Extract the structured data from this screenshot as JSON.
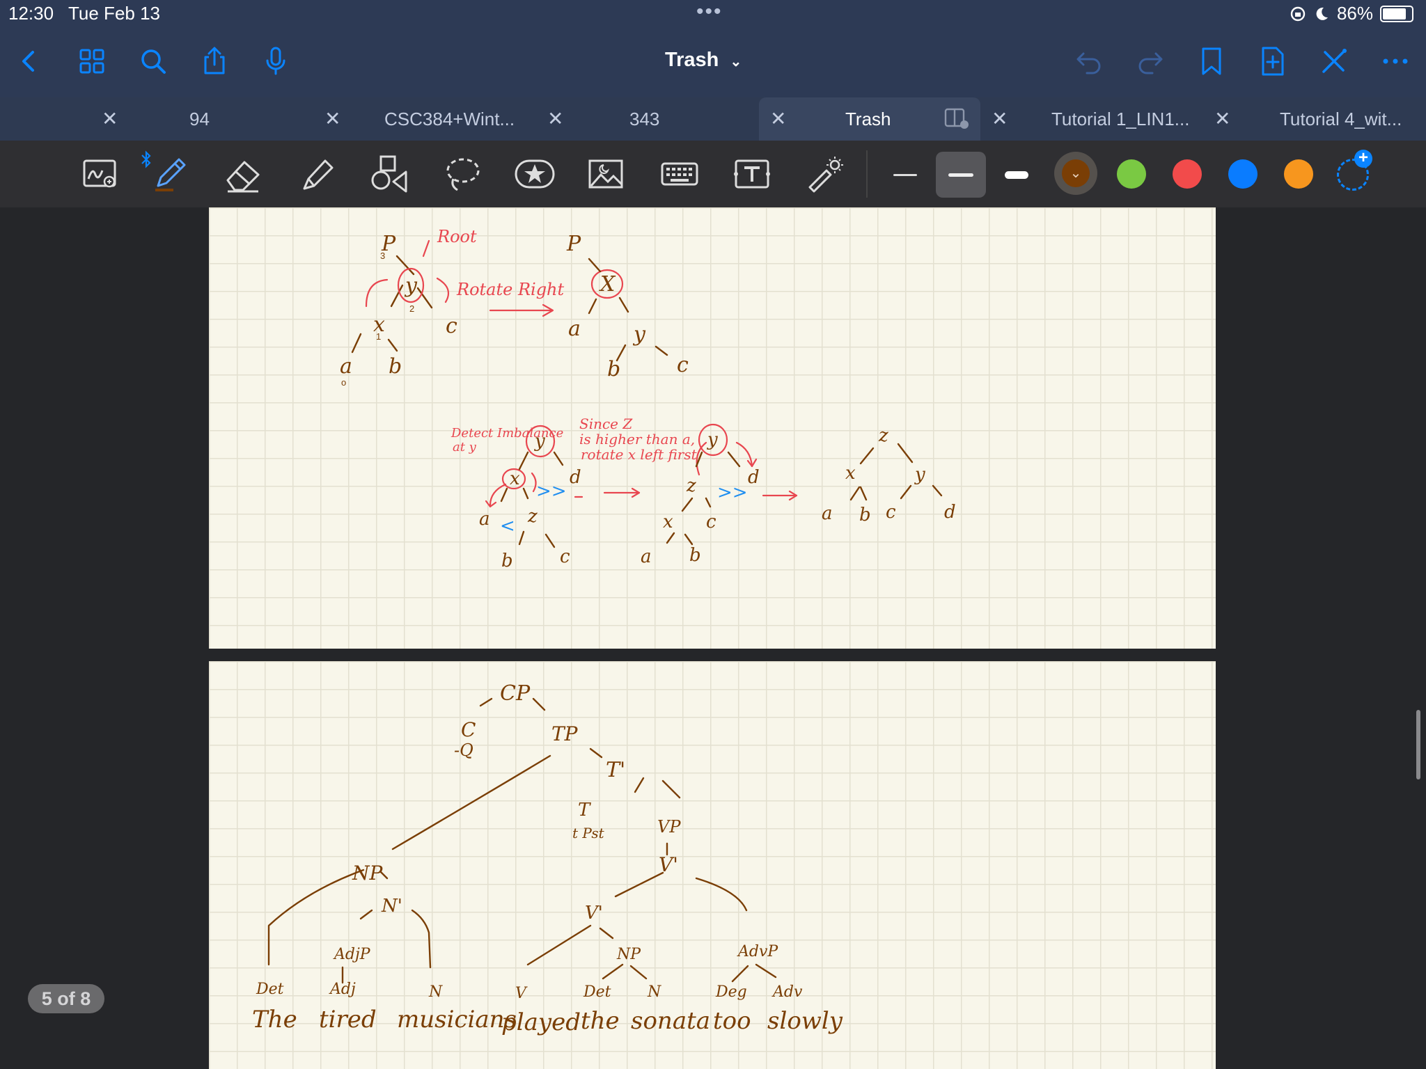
{
  "status": {
    "time": "12:30",
    "date": "Tue Feb 13",
    "battery": "86%",
    "battery_level": 0.86,
    "dots": "•••"
  },
  "nav": {
    "title": "Trash"
  },
  "tabs": [
    {
      "label": "94"
    },
    {
      "label": "CSC384+Wint..."
    },
    {
      "label": "343"
    },
    {
      "label": "Trash",
      "active": true
    },
    {
      "label": "Tutorial 1_LIN1..."
    },
    {
      "label": "Tutorial 4_wit..."
    }
  ],
  "colors": {
    "accent": "#0a84ff",
    "ink_brown": "#7a3e05",
    "ink_red": "#e8464f",
    "ink_blue": "#1f8ef0",
    "green": "#7ac943",
    "red": "#f24b4b",
    "blue": "#0a7cff",
    "orange": "#f7961e"
  },
  "icons": [
    "back-icon",
    "grid-icon",
    "search-icon",
    "share-icon",
    "mic-icon",
    "undo-icon",
    "redo-icon",
    "bookmark-icon",
    "new-page-icon",
    "close-pen-icon",
    "more-icon"
  ],
  "page_indicator": "5 of 8",
  "note_top": {
    "labels": {
      "root": "Root",
      "rotate_right": "Rotate Right",
      "detect": "Detect Imbalance",
      "detect2": "at y",
      "since1": "Since Z",
      "since2": "is higher than a,",
      "since3": "rotate x left first"
    },
    "tree1_nodes": {
      "p": "P",
      "y": "y",
      "x": "x",
      "a": "a",
      "b": "b",
      "c": "c",
      "h3": "3",
      "h2": "2",
      "h1": "1",
      "h0": "o"
    },
    "tree2_nodes": {
      "p": "P",
      "x": "X",
      "a": "a",
      "y": "y",
      "b": "b",
      "c": "c"
    },
    "tree3_nodes": {
      "y": "y",
      "x": "x",
      "d": "d",
      "a": "a",
      "z": "z",
      "b": "b",
      "c": "c",
      "lt": "<",
      "gt": ">>"
    },
    "tree4_nodes": {
      "y": "y",
      "z": "z",
      "d": "d",
      "x": "x",
      "c": "c",
      "a": "a",
      "b": "b",
      "gt": ">>"
    },
    "tree5_nodes": {
      "z": "z",
      "x": "x",
      "y": "y",
      "a": "a",
      "b": "b",
      "c": "c",
      "d": "d"
    }
  },
  "note_bottom": {
    "nodes": {
      "cp": "CP",
      "c": "C",
      "q": "-Q",
      "tp": "TP",
      "tbar": "T'",
      "t": "T",
      "tpst": "t Pst",
      "vp": "VP",
      "vbar": "V'",
      "vbar2": "V'",
      "np": "NP",
      "nbar": "N'",
      "adjp": "AdjP",
      "np2": "NP",
      "advp": "AdvP"
    },
    "pos": [
      "Det",
      "Adj",
      "N",
      "V",
      "Det",
      "N",
      "Deg",
      "Adv"
    ],
    "words": [
      "The",
      "tired",
      "musicians",
      "played",
      "the",
      "sonata",
      "too",
      "slowly"
    ]
  }
}
